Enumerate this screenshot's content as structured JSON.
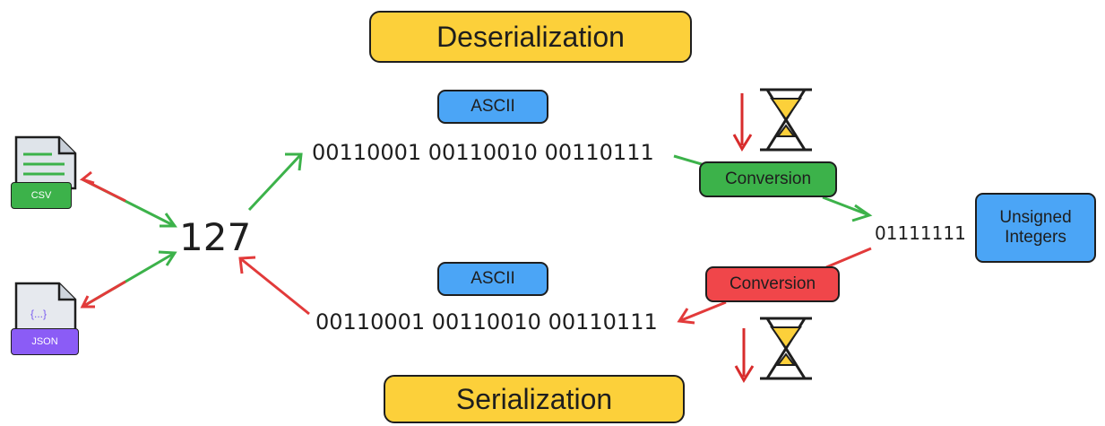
{
  "title_top": "Deserialization",
  "title_bottom": "Serialization",
  "top_encoding_label": "ASCII",
  "bottom_encoding_label": "ASCII",
  "top_bits": "00110001 00110010 00110111",
  "bottom_bits": "00110001 00110010 00110111",
  "value": "127",
  "binary_value": "01111111",
  "unsigned_label": "Unsigned\nIntegers",
  "conversion_top": "Conversion",
  "conversion_bottom": "Conversion",
  "files": {
    "csv_label": "CSV",
    "json_label": "JSON",
    "json_braces": "{...}"
  },
  "colors": {
    "yellow": "#fcd03a",
    "blue": "#4ba5f6",
    "green": "#3cb24a",
    "red": "#f0464a",
    "purple": "#8b5cf6",
    "ink": "#1e1e1e"
  },
  "icons": [
    "hourglass-icon",
    "down-arrow-icon",
    "csv-file-icon",
    "json-file-icon"
  ]
}
